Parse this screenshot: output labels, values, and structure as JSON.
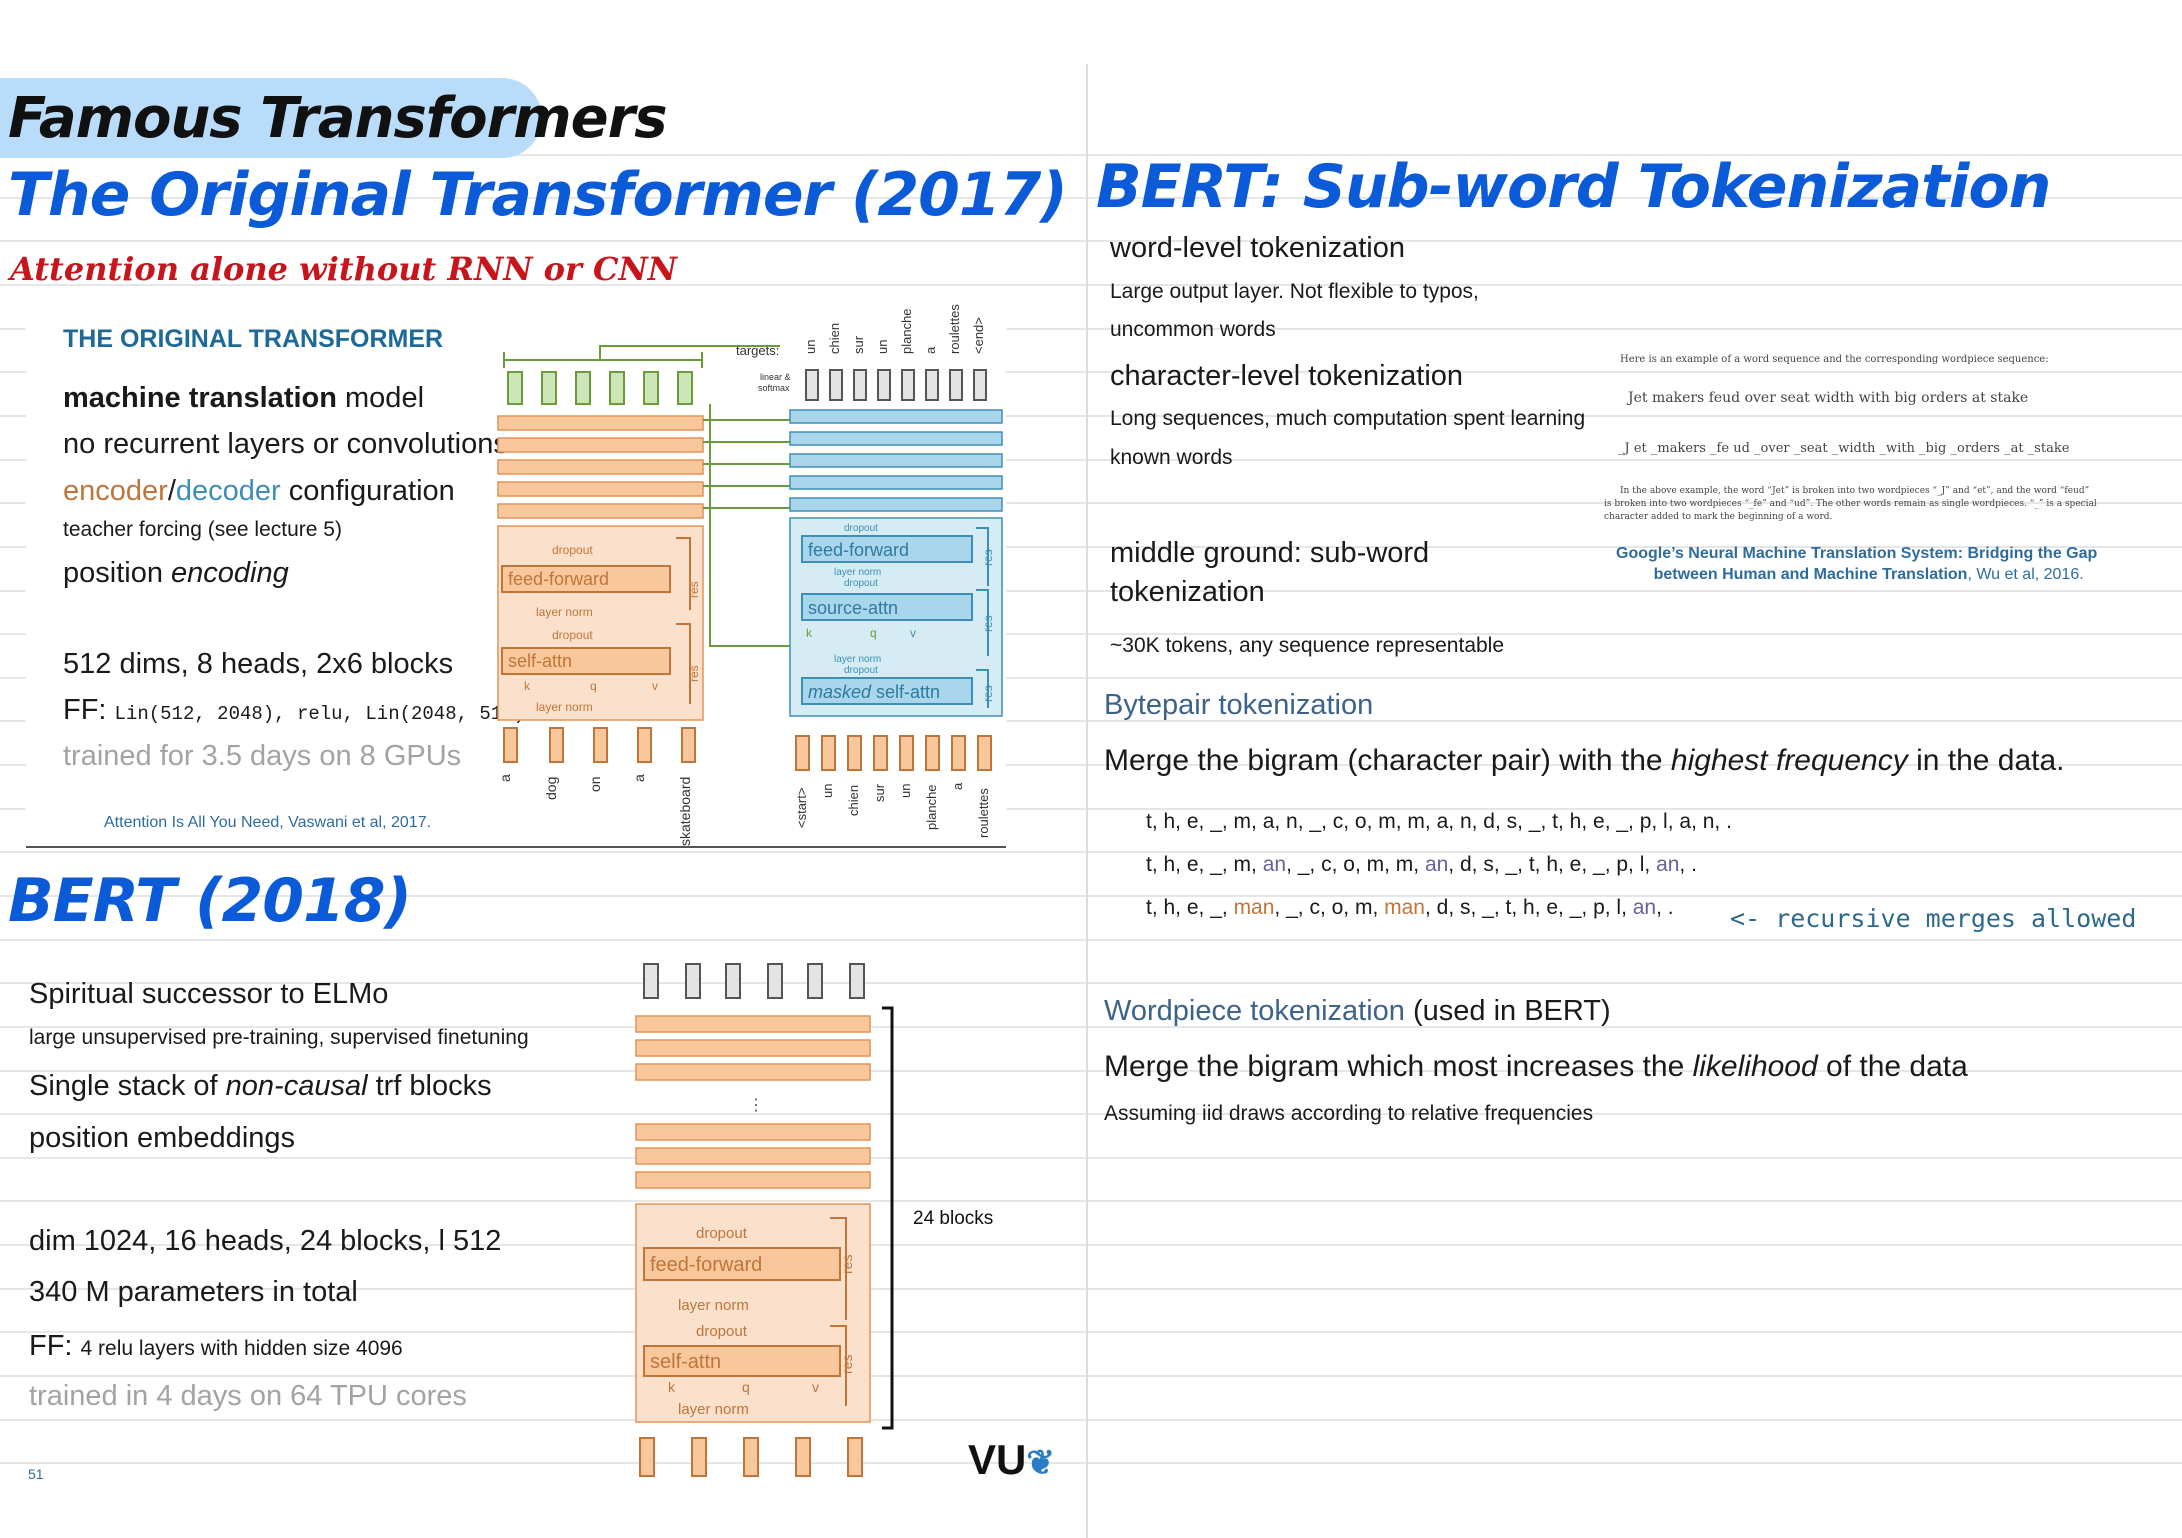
{
  "header": {
    "title": "Famous Transformers"
  },
  "left": {
    "section1_title": "The Original Transformer (2017)",
    "handwritten_note": "Attention alone without RNN or CNN",
    "slide": {
      "title": "THE ORIGINAL TRANSFORMER",
      "line1_bold": "machine translation",
      "line1_rest": " model",
      "line2": "no recurrent layers or convolutions",
      "line3_encoder": "encoder",
      "line3_slash": "/",
      "line3_decoder": "decoder",
      "line3_rest": " configuration",
      "line4": "teacher forcing (see lecture 5)",
      "line5_a": "position ",
      "line5_b": "encoding",
      "line6": "512 dims, 8 heads, 2x6 blocks",
      "line7_a": "FF: ",
      "line7_b": "Lin(512, 2048), relu, Lin(2048, 512)",
      "line8": "trained for 3.5 days on 8 GPUs",
      "citation": "Attention Is All You Need, Vaswani et al, 2017."
    },
    "diagram": {
      "targets_label": "targets:",
      "linear_softmax": [
        "linear &",
        "softmax"
      ],
      "targets": [
        "un",
        "chien",
        "sur",
        "un",
        "planche",
        "a",
        "roulettes",
        "<end>"
      ],
      "enc_inputs": [
        "a",
        "dog",
        "on",
        "a",
        "skateboard"
      ],
      "dec_inputs": [
        "<start>",
        "un",
        "chien",
        "sur",
        "un",
        "planche",
        "a",
        "roulettes"
      ],
      "enc_blocks": {
        "dropout1": "dropout",
        "ff": "feed-forward",
        "layernorm1": "layer norm",
        "dropout2": "dropout",
        "sa": "self-attn",
        "layernorm2": "layer norm",
        "res": "res",
        "k": "k",
        "q": "q",
        "v": "v"
      },
      "dec_blocks": {
        "dropout1": "dropout",
        "ff": "feed-forward",
        "layernorm1": "layer norm",
        "dropout2": "dropout",
        "src": "source-attn",
        "layernorm2": "layer norm",
        "dropout3": "dropout",
        "masked": "masked",
        "sa": " self-attn",
        "res": "res",
        "k": "k",
        "q": "q",
        "v": "v"
      }
    },
    "section2_title": "BERT (2018)",
    "bert": {
      "l1": "Spiritual successor to ELMo",
      "l2": "large unsupervised pre-training, supervised finetuning",
      "l3_a": "Single stack of ",
      "l3_b": "non-causal",
      "l3_c": " trf blocks",
      "l4": "position embeddings",
      "l5": "dim 1024, 16 heads, 24 blocks, l 512",
      "l6": "340 M parameters in total",
      "l7_a": "FF: ",
      "l7_b": "4 relu layers with hidden size 4096",
      "l8": "trained in 4 days on 64 TPU cores",
      "page_number": "51",
      "blocks_label": "24 blocks",
      "ellipsis": "⋮",
      "diagram": {
        "dropout1": "dropout",
        "ff": "feed-forward",
        "layernorm1": "layer norm",
        "dropout2": "dropout",
        "sa": "self-attn",
        "layernorm2": "layer norm",
        "res": "res",
        "k": "k",
        "q": "q",
        "v": "v"
      },
      "logo": "VU"
    }
  },
  "right": {
    "title": "BERT: Sub-word Tokenization",
    "wl_title": "word-level tokenization",
    "wl_1": "Large output layer. Not flexible to typos,",
    "wl_2": "uncommon words",
    "cl_title": "character-level tokenization",
    "cl_1": "Long sequences, much computation spent learning",
    "cl_2": "known words",
    "mg_1": "middle ground: sub-word",
    "mg_2": "tokenization",
    "mg_3": "~30K tokens, any sequence representable",
    "paper_intro": "Here is an example of a word sequence and the corresponding wordpiece sequence:",
    "paper_words": "Jet makers feud over seat width with big orders at stake",
    "paper_pieces": "_J et _makers _fe ud _over _seat _width _with _big _orders _at _stake",
    "paper_expl_1": "In the above example, the word “Jet” is broken into two wordpieces “_J” and “et”, and the word “feud”",
    "paper_expl_2": "is broken into two wordpieces “_fe” and “ud”. The other words remain as single wordpieces. “_” is a special",
    "paper_expl_3": "character added to mark the beginning of a word.",
    "gnmt_bold_1": "Google’s Neural Machine Translation System: Bridging the Gap",
    "gnmt_bold_2": "between Human and Machine Translation",
    "gnmt_rest": ", Wu et al, 2016.",
    "bpe_title": "Bytepair tokenization",
    "bpe_desc_a": "Merge the bigram (character pair) with the ",
    "bpe_desc_b": "highest frequency",
    "bpe_desc_c": " in the data.",
    "bpe_row1": "t, h, e, _, m, a, n, _, c, o, m, m, a, n, d, s, _, t, h, e, _, p, l, a, n, .",
    "bpe_row2_a": "t, h, e, _, m, ",
    "bpe_row2_b": "an",
    "bpe_row2_c": ", _, c, o, m, m, ",
    "bpe_row2_d": "an",
    "bpe_row2_e": ", d, s, _, t, h, e, _, p, l, ",
    "bpe_row2_f": "an",
    "bpe_row2_g": ", .",
    "bpe_row3_a": "t, h, e, _, ",
    "bpe_row3_b": "man",
    "bpe_row3_c": ", _, c, o, m, ",
    "bpe_row3_d": "man",
    "bpe_row3_e": ", d, s, _, t, h, e, _, p, l, ",
    "bpe_row3_f": "an",
    "bpe_row3_g": ", .",
    "bpe_note": "<- recursive merges allowed",
    "wp_title_a": "Wordpiece tokenization",
    "wp_title_b": " (used in BERT)",
    "wp_desc_a": "Merge the bigram which most increases the ",
    "wp_desc_b": "likelihood",
    "wp_desc_c": " of the data",
    "wp_note": "Assuming iid draws according to relative frequencies"
  }
}
